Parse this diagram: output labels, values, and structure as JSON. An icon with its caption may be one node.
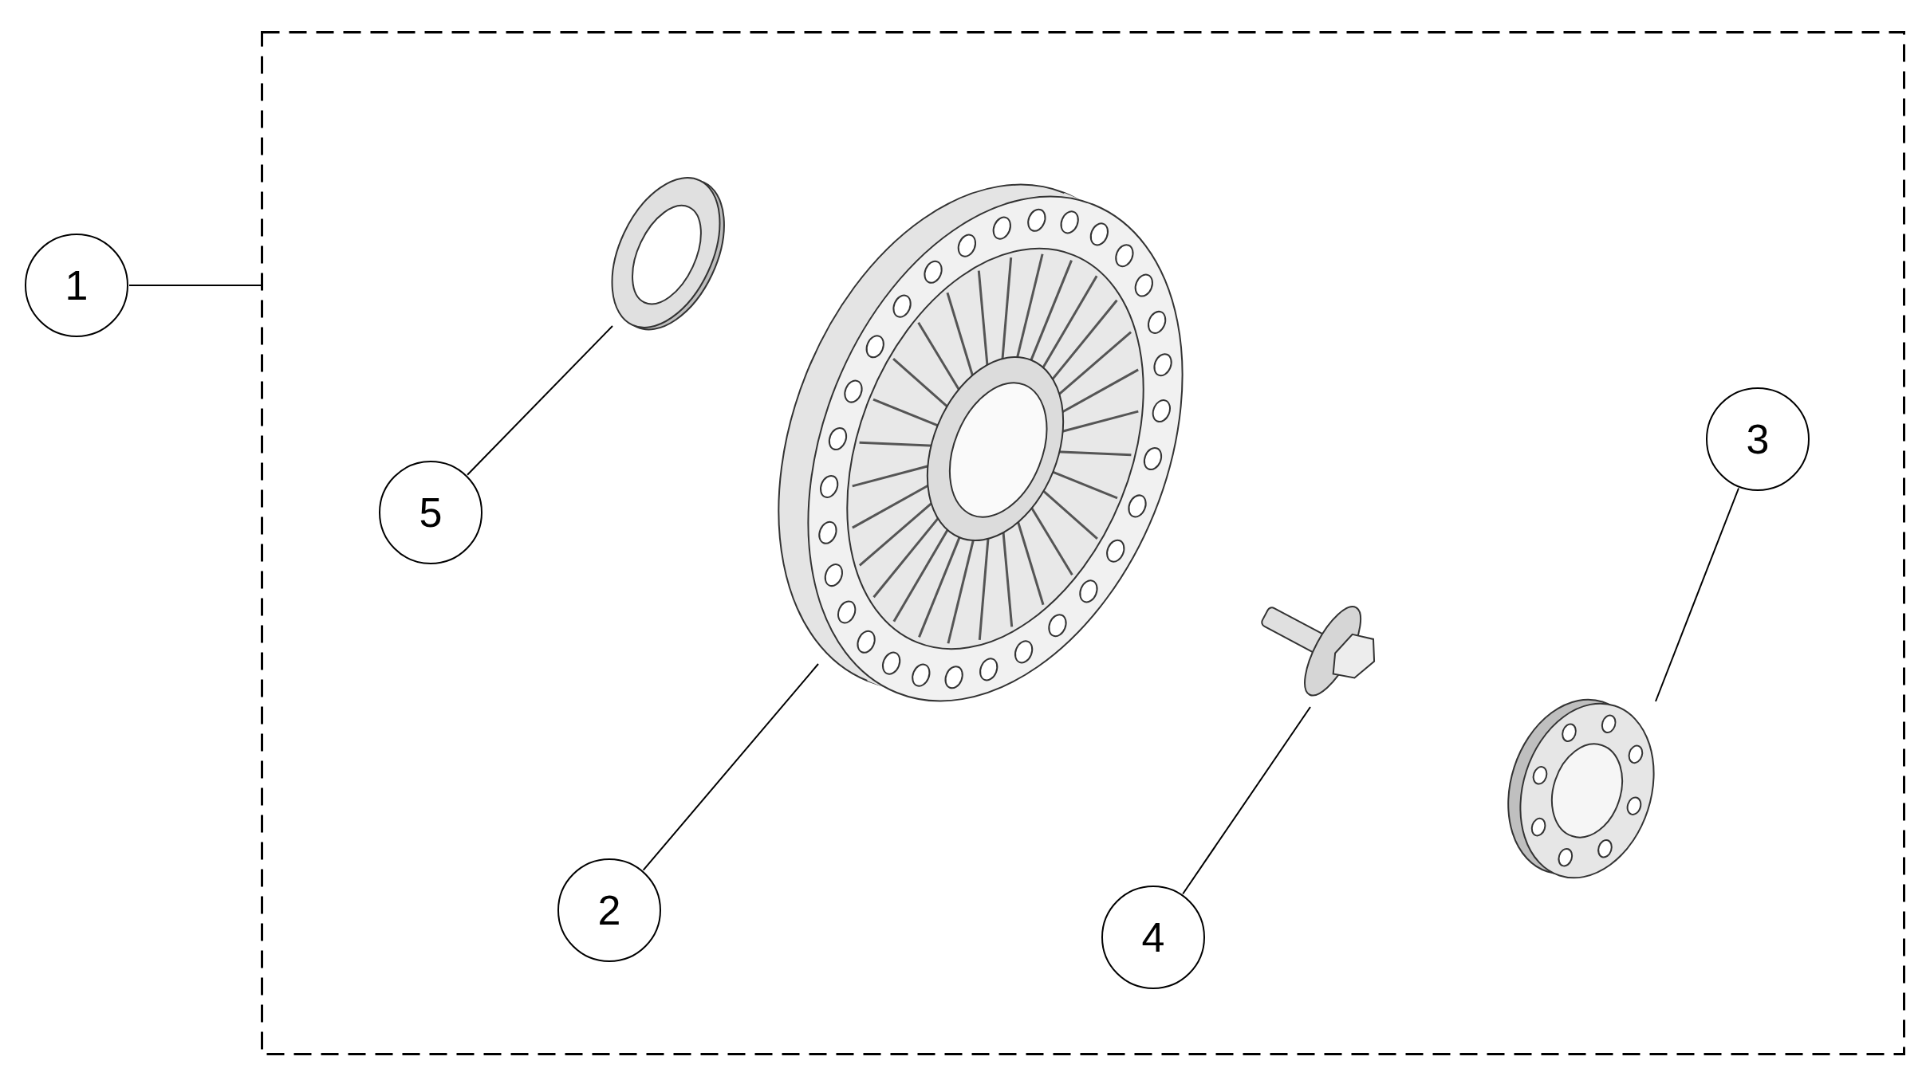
{
  "diagram": {
    "nodes": [
      {
        "text": [],
        "shape": "box"
      },
      {
        "text": [
          "1"
        ]
      },
      {
        "text": [],
        "shape": "picture",
        "in": 0
      },
      {
        "text": [
          "5"
        ],
        "in": 0
      },
      {
        "text": [],
        "shape": "picture",
        "in": 0
      },
      {
        "text": [
          "3"
        ],
        "in": 0
      },
      {
        "text": [],
        "shape": "picture",
        "in": 0
      },
      {
        "text": [],
        "shape": "picture",
        "in": 0
      },
      {
        "text": [
          "2"
        ],
        "in": 0
      },
      {
        "text": [
          "4"
        ],
        "in": 0
      }
    ],
    "edges": [
      {
        "from": 1,
        "to": 0,
        "arrow": "none"
      },
      {
        "from": 3,
        "to": 2,
        "arrow": "none"
      },
      {
        "from": 8,
        "to": 4,
        "arrow": "none"
      },
      {
        "from": 9,
        "to": 6,
        "arrow": "none"
      },
      {
        "from": 5,
        "to": 7,
        "arrow": "none"
      }
    ]
  }
}
